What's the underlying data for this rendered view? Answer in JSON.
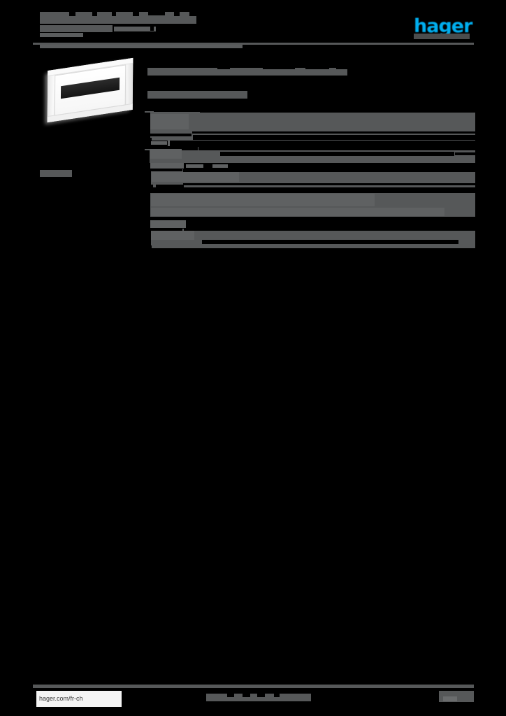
{
  "document": {
    "kind": "product-datasheet",
    "brand": "hager",
    "logo_text": "hager",
    "accent_color": "#00AEEF",
    "redaction_color": "#565859",
    "page_background": "#000000"
  },
  "header": {
    "title_line_1": "",
    "title_line_2": "",
    "subtitle": "",
    "logo_label": "hager"
  },
  "left_column": {
    "product_image_alt": "white wall-mounted distribution enclosure with dark front slot",
    "caption": ""
  },
  "main": {
    "intro_heading": "",
    "section_subtitle": ""
  },
  "table": {
    "rows": [
      {
        "label": "",
        "value": "",
        "banded": true,
        "height": 44
      },
      {
        "label": "",
        "value": "",
        "banded": false,
        "height": 9
      },
      {
        "label": "",
        "value": "",
        "banded": true,
        "height": 23
      },
      {
        "label": "",
        "value": "",
        "banded": false,
        "height": 9
      },
      {
        "label": "",
        "value": "",
        "banded": true,
        "height": 26
      },
      {
        "label": "",
        "value": "",
        "banded": false,
        "height": 5
      },
      {
        "label": "",
        "value": "",
        "banded": true,
        "height": 40
      },
      {
        "label": "",
        "value": "",
        "banded": false,
        "height": 14
      },
      {
        "label": "",
        "value": "",
        "banded": true,
        "height": 28
      }
    ]
  },
  "footer": {
    "url": "hager.com/fr-ch",
    "center_text": "",
    "page_label": ""
  }
}
